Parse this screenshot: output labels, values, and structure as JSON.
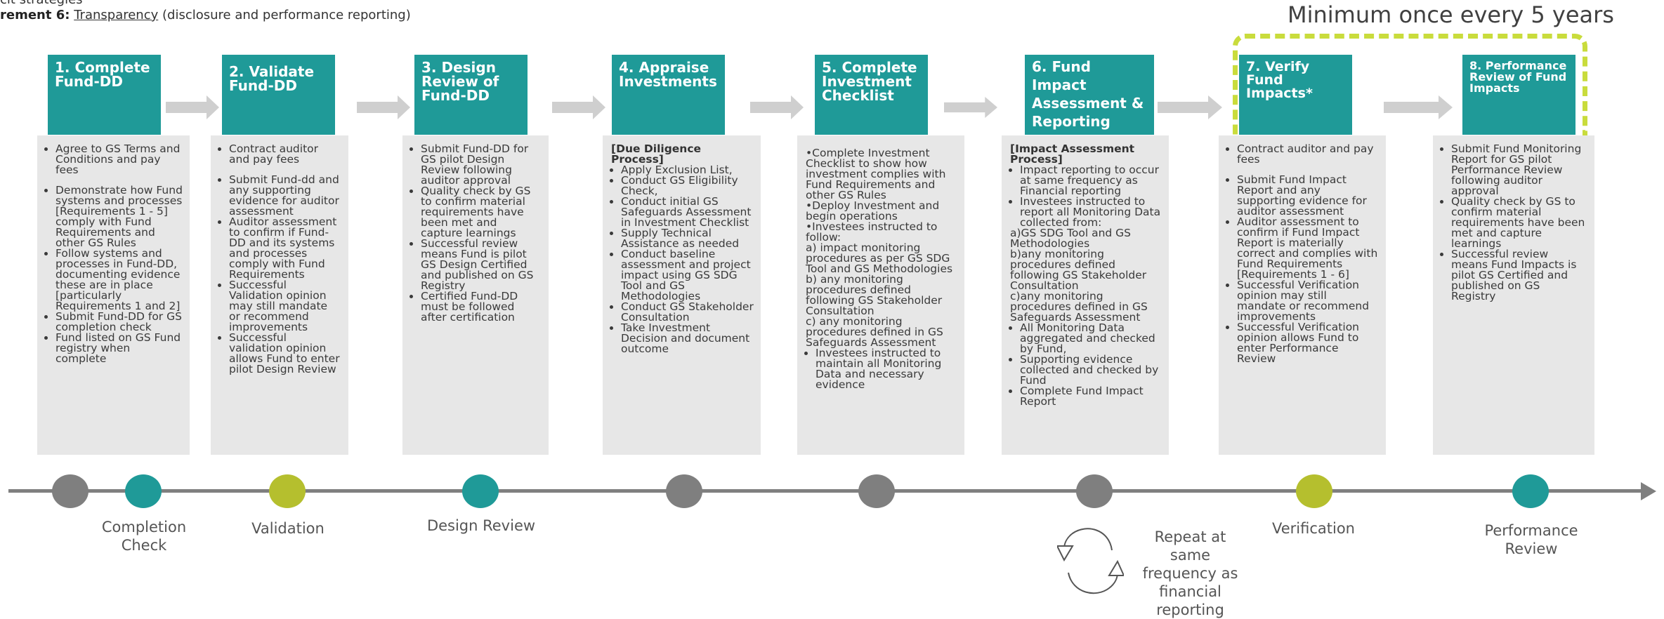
{
  "header": {
    "line1": "cit strategies",
    "req_prefix": "rement 6:",
    "req_name": "Transparency",
    "req_rest": "(disclosure and performance reporting)"
  },
  "frequency_note": "Minimum once every 5 years",
  "colors": {
    "teal": "#1f9a98",
    "lime": "#b5bf2e",
    "grey": "#7f7f7f",
    "box_bg": "#e7e7e7",
    "dashed": "#c9dc3c"
  },
  "steps": [
    {
      "title": "1. Complete Fund-DD",
      "items": [
        "Agree to GS Terms and Conditions and pay fees",
        "",
        "Demonstrate how Fund systems and processes [Requirements 1 - 5] comply with Fund Requirements and other GS Rules",
        "Follow systems and processes in Fund-DD, documenting evidence these are in place [particularly Requirements 1 and 2]",
        "Submit Fund-DD for GS completion check",
        "Fund listed on GS Fund registry when complete"
      ]
    },
    {
      "title": "2. Validate Fund-DD",
      "items": [
        "Contract auditor and pay fees",
        "",
        "Submit Fund-dd and any supporting evidence for auditor assessment",
        "Auditor assessment to confirm if Fund-DD and its systems and processes comply with Fund Requirements",
        "Successful Validation opinion may still mandate or recommend improvements",
        "Successful validation opinion allows Fund to enter pilot Design Review"
      ]
    },
    {
      "title": "3. Design Review of Fund-DD",
      "items": [
        "Submit Fund-DD for GS pilot Design Review following auditor approval",
        "Quality check by GS to confirm material requirements have been met and capture learnings",
        "Successful review means Fund is pilot GS Design Certified and published on GS Registry",
        "Certified Fund-DD must be followed after certification"
      ]
    },
    {
      "title": "4. Appraise Investments",
      "heading": "[Due Diligence Process]",
      "items": [
        "Apply Exclusion List,",
        "Conduct GS Eligibility Check,",
        "Conduct initial GS Safeguards Assessment in Investment Checklist",
        "Supply Technical Assistance as needed",
        "Conduct baseline assessment and project impact using GS SDG Tool and GS Methodologies",
        "Conduct GS Stakeholder Consultation",
        "Take Investment Decision and document outcome"
      ]
    },
    {
      "title": "5. Complete Investment Checklist",
      "paras": [
        "•Complete Investment Checklist to show how investment complies with Fund Requirements and other GS Rules",
        "•Deploy Investment and begin operations",
        "•Investees instructed to follow:",
        "a) impact monitoring procedures as per GS SDG Tool and GS Methodologies",
        "b) any monitoring procedures defined following GS Stakeholder Consultation",
        "c) any monitoring procedures defined in GS Safeguards Assessment"
      ],
      "items": [
        "Investees instructed to maintain all Monitoring Data and necessary evidence"
      ]
    },
    {
      "title": "6. Fund Impact Assessment & Reporting",
      "heading": "[Impact Assessment Process]",
      "items_a": [
        "Impact reporting to occur at same frequency as Financial reporting",
        "Investees instructed to report all Monitoring Data collected from:"
      ],
      "paras": [
        "a)GS SDG Tool and GS Methodologies",
        "b)any monitoring procedures defined following GS Stakeholder Consultation",
        "c)any monitoring procedures defined in GS Safeguards Assessment"
      ],
      "items": [
        "All Monitoring Data aggregated and checked by Fund,",
        "Supporting evidence collected and checked by Fund",
        "Complete Fund Impact Report"
      ]
    },
    {
      "title": "7. Verify Fund Impacts*",
      "items": [
        "Contract auditor and pay fees",
        "",
        "Submit Fund Impact Report and any supporting evidence for auditor assessment",
        "Auditor assessment to confirm if Fund Impact Report is materially correct and complies with Fund Requirements [Requirements 1 - 6]",
        "Successful Verification opinion may still mandate or recommend improvements",
        "Successful Verification opinion allows Fund to enter Performance Review"
      ]
    },
    {
      "title": "8. Performance Review of Fund Impacts",
      "items": [
        "Submit Fund Monitoring Report for GS pilot Performance Review following auditor approval",
        "Quality check by GS to confirm material requirements have been met and capture learnings",
        "Successful review means Fund Impacts is pilot GS Certified and published on GS Registry"
      ]
    }
  ],
  "milestones": [
    {
      "label": "Completion Check",
      "color": "teal"
    },
    {
      "label": "Validation",
      "color": "lime"
    },
    {
      "label": "Design Review",
      "color": "teal"
    },
    {
      "label": "Verification",
      "color": "lime"
    },
    {
      "label": "Performance Review",
      "color": "teal"
    }
  ],
  "repeat_note": "Repeat at same frequency as financial reporting"
}
